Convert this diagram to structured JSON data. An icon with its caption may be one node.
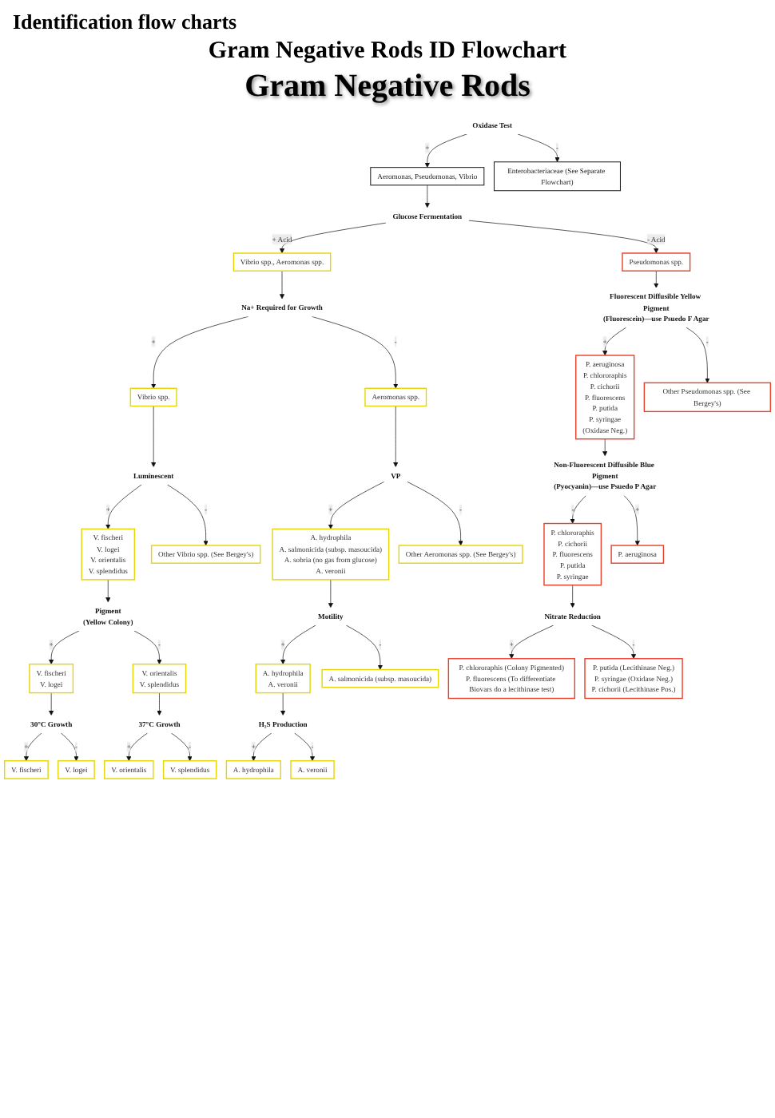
{
  "diagram": {
    "title": "Gram Negative Rods ID Flowchart",
    "labels": [
      "Identification flow charts",
      "Gram Negative Rods"
    ],
    "nodes": [
      {
        "text": [
          "Oxidase Test"
        ]
      },
      {
        "text": [
          "Aeromonas, Pseudomonas, Vibrio"
        ]
      },
      {
        "text": [
          "Enterobacteriaceae (See Separate Flowchart)"
        ]
      },
      {
        "text": [
          "Glucose Fermentation"
        ]
      },
      {
        "text": [
          "Vibrio spp., Aeromonas spp."
        ]
      },
      {
        "text": [
          "Pseudomonas spp."
        ]
      },
      {
        "text": [
          "Na+ Required for Growth"
        ]
      },
      {
        "text": [
          "Vibrio spp."
        ]
      },
      {
        "text": [
          "Aeromonas spp."
        ]
      },
      {
        "text": [
          "VP"
        ]
      },
      {
        "text": [
          "A. hydrophila",
          "A. salmonicida (subsp. masoucida)",
          "A. sobria (no gas from glucose)",
          "A. veronii"
        ]
      },
      {
        "text": [
          "Other Aeromonas spp. (See Bergey's)"
        ]
      },
      {
        "text": [
          "Luminescent"
        ]
      },
      {
        "text": [
          "V. fischeri",
          "V. logei",
          "V. orientalis",
          "V. splendidus"
        ]
      },
      {
        "text": [
          "Other Vibrio spp. (See Bergey's)"
        ]
      },
      {
        "text": [
          "Motility"
        ]
      },
      {
        "text": [
          "A. hydrophila",
          "A. veronii"
        ]
      },
      {
        "text": [
          "A. salmonicida (subsp. masoucida)"
        ]
      },
      {
        "text": [
          "H₂S Production"
        ]
      },
      {
        "text": [
          "A. hydrophila"
        ]
      },
      {
        "text": [
          "A. veronii"
        ]
      },
      {
        "text": [
          "Pigment",
          "(Yellow Colony)"
        ]
      },
      {
        "text": [
          "V. fischeri",
          "V. logei"
        ]
      },
      {
        "text": [
          "V. orientalis",
          "V. splendidus"
        ]
      },
      {
        "text": [
          "30°C Growth"
        ]
      },
      {
        "text": [
          "37°C Growth"
        ]
      },
      {
        "text": [
          "V. fischeri"
        ]
      },
      {
        "text": [
          "V. logei"
        ]
      },
      {
        "text": [
          "V. orientalis"
        ]
      },
      {
        "text": [
          "V. splendidus"
        ]
      },
      {
        "text": [
          "Fluorescent Diffusible Yellow Pigment",
          "(Fluorescein)—use Psuedo F Agar"
        ]
      },
      {
        "text": [
          "P. aeruginosa",
          "P. chlororaphis",
          "P. cichorii",
          "P. fluorescens",
          "P. putida",
          "P. syringae",
          "(Oxidase Neg.)"
        ]
      },
      {
        "text": [
          "Other Pseudomonas spp. (See Bergey's)"
        ]
      },
      {
        "text": [
          "Non-Fluorescent Diffusible Blue Pigment",
          "(Pyocyanin)—use Psuedo P Agar"
        ]
      },
      {
        "text": [
          "P. chlororaphis",
          "P. cichorii",
          "P. fluorescens",
          "P. putida",
          "P. syringae"
        ]
      },
      {
        "text": [
          "P. aeruginosa"
        ]
      },
      {
        "text": [
          "Nitrate Reduction"
        ]
      },
      {
        "text": [
          "P. chlororaphis (Colony Pigmented)",
          "P. fluorescens (To differentiate Biovars do a lecithinase test)"
        ]
      },
      {
        "text": [
          "P. putida (Lecithinase Neg.)",
          "P. syringae (Oxidase Neg.)",
          "P. cichorii (Lecithinase Pos.)"
        ]
      }
    ],
    "edges": [
      {
        "from": 0,
        "to": 1,
        "arrow": "to",
        "label": "+"
      },
      {
        "from": 0,
        "to": 2,
        "arrow": "to",
        "label": "-"
      },
      {
        "from": 1,
        "to": 3,
        "arrow": "to"
      },
      {
        "from": 3,
        "to": 4,
        "arrow": "to",
        "label": "+ Acid"
      },
      {
        "from": 3,
        "to": 5,
        "arrow": "to",
        "label": "- Acid"
      },
      {
        "from": 4,
        "to": 6,
        "arrow": "to"
      },
      {
        "from": 6,
        "to": 7,
        "arrow": "to",
        "label": "+"
      },
      {
        "from": 6,
        "to": 8,
        "arrow": "to",
        "label": "-"
      },
      {
        "from": 8,
        "to": 9,
        "arrow": "to"
      },
      {
        "from": 9,
        "to": 10,
        "arrow": "to",
        "label": "+"
      },
      {
        "from": 9,
        "to": 11,
        "arrow": "to",
        "label": "-"
      },
      {
        "from": 7,
        "to": 12,
        "arrow": "to"
      },
      {
        "from": 12,
        "to": 13,
        "arrow": "to",
        "label": "+"
      },
      {
        "from": 12,
        "to": 14,
        "arrow": "to",
        "label": "-"
      },
      {
        "from": 10,
        "to": 15,
        "arrow": "to"
      },
      {
        "from": 15,
        "to": 16,
        "arrow": "to",
        "label": "+"
      },
      {
        "from": 15,
        "to": 17,
        "arrow": "to",
        "label": "-"
      },
      {
        "from": 16,
        "to": 18,
        "arrow": "to"
      },
      {
        "from": 18,
        "to": 19,
        "arrow": "to",
        "label": "+"
      },
      {
        "from": 18,
        "to": 20,
        "arrow": "to",
        "label": "-"
      },
      {
        "from": 13,
        "to": 21,
        "arrow": "to"
      },
      {
        "from": 21,
        "to": 22,
        "arrow": "to",
        "label": "+"
      },
      {
        "from": 21,
        "to": 23,
        "arrow": "to",
        "label": "-"
      },
      {
        "from": 22,
        "to": 24,
        "arrow": "to"
      },
      {
        "from": 23,
        "to": 25,
        "arrow": "to"
      },
      {
        "from": 24,
        "to": 26,
        "arrow": "to",
        "label": "+"
      },
      {
        "from": 24,
        "to": 27,
        "arrow": "to",
        "label": "-"
      },
      {
        "from": 25,
        "to": 28,
        "arrow": "to",
        "label": "+"
      },
      {
        "from": 25,
        "to": 29,
        "arrow": "to",
        "label": "-"
      },
      {
        "from": 5,
        "to": 30,
        "arrow": "to"
      },
      {
        "from": 30,
        "to": 31,
        "arrow": "to",
        "label": "+"
      },
      {
        "from": 30,
        "to": 32,
        "arrow": "to",
        "label": "-"
      },
      {
        "from": 31,
        "to": 33,
        "arrow": "to"
      },
      {
        "from": 33,
        "to": 34,
        "arrow": "to",
        "label": "-"
      },
      {
        "from": 33,
        "to": 35,
        "arrow": "to",
        "label": "+"
      },
      {
        "from": 34,
        "to": 36,
        "arrow": "to"
      },
      {
        "from": 36,
        "to": 37,
        "arrow": "to",
        "label": "+"
      },
      {
        "from": 36,
        "to": 38,
        "arrow": "to",
        "label": "-"
      }
    ]
  }
}
